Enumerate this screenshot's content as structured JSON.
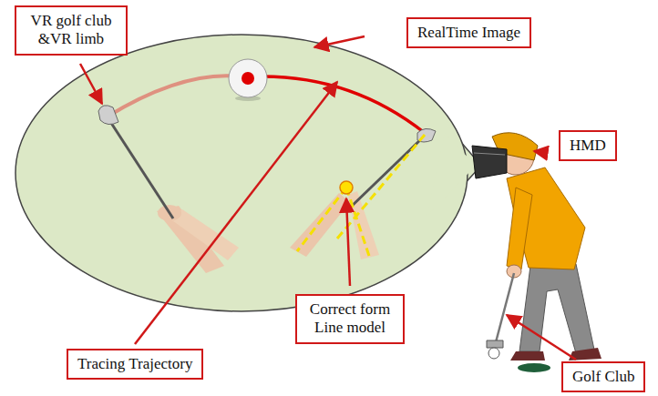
{
  "diagram": {
    "nodes": [
      {
        "text": [
          "VR golf club &VR limb"
        ]
      },
      {
        "text": [
          "RealTime Image"
        ]
      },
      {
        "text": [
          "HMD"
        ]
      },
      {
        "text": [
          "Correct form Line model"
        ]
      },
      {
        "text": [
          "Tracing Trajectory"
        ]
      },
      {
        "text": [
          "Golf Club"
        ]
      }
    ]
  }
}
